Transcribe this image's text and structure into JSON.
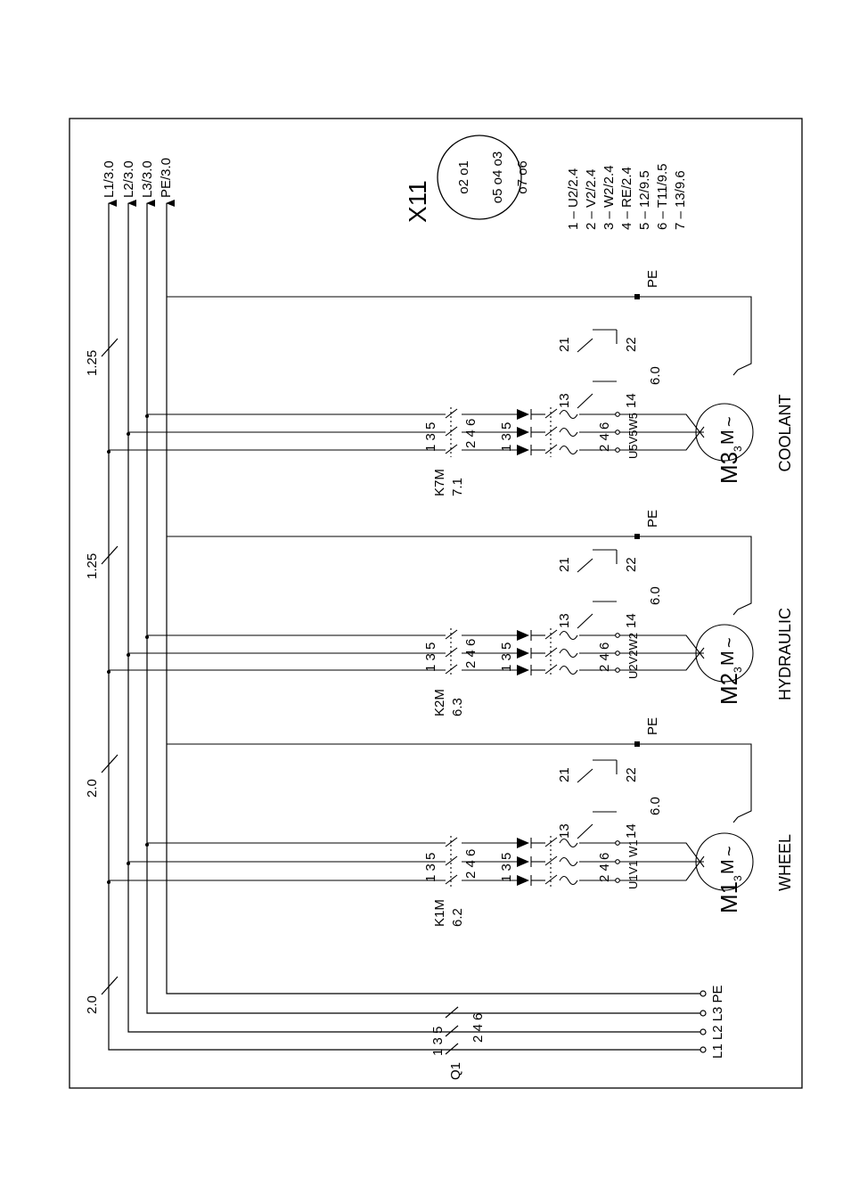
{
  "bus": {
    "arrows": [
      "L1/3.0",
      "L2/3.0",
      "L3/3.0",
      "PE/3.0"
    ],
    "supply_terminals": "L1 L2 L3 PE"
  },
  "main_switch": {
    "label": "Q1",
    "top_numbers": "1 3 5",
    "bottom_numbers": "2 4 6"
  },
  "cables": [
    "2.0",
    "2.0",
    "1.25",
    "1.25"
  ],
  "motor_groups": [
    {
      "contactor": "K1M",
      "contactor_ref": "6.2",
      "motor": "M1",
      "name": "WHEEL",
      "terminals": "U1V1 W1"
    },
    {
      "contactor": "K2M",
      "contactor_ref": "6.3",
      "motor": "M2",
      "name": "HYDRAULIC",
      "terminals": "U2V2W2"
    },
    {
      "contactor": "K7M",
      "contactor_ref": "7.1",
      "motor": "M3",
      "name": "COOLANT",
      "terminals": "U5V5W5"
    }
  ],
  "labels": {
    "contact_top": "1 3 5",
    "contact_bottom": "2 4 6",
    "motor_symbol": "M",
    "motor_phase": "3",
    "motor_tilde": "~",
    "pe": "PE",
    "aux_13": "13",
    "aux_14": "14",
    "aux_21": "21",
    "aux_22": "22",
    "aux_ref": "6.0"
  },
  "connector": {
    "name": "X11",
    "pins_row1": "o2  o1",
    "pins_row2": "o5 o4 o3",
    "pins_row3": "o7  o6",
    "legend": [
      "1 – U2/2.4",
      "2 – V2/2.4",
      "3 – W2/2.4",
      "4 – RE/2.4",
      "5 – 12/9.5",
      "6 – T11/9.5",
      "7 – 13/9.6"
    ]
  }
}
